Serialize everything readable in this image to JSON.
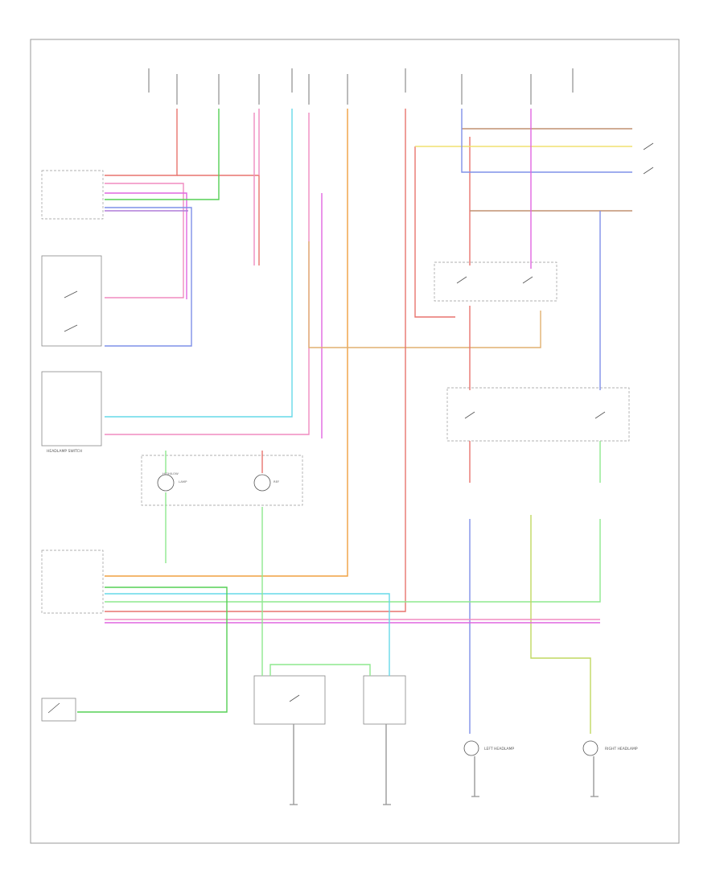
{
  "diagram": {
    "footer_code": "",
    "labels": {
      "headlamp_switch": "HEADLAMP SWITCH",
      "left_headlamp": "LEFT HEADLAMP",
      "right_headlamp": "RIGHT HEADLAMP",
      "high_low": "HIGH/LOW",
      "lamp": "LAMP",
      "ref": "REF"
    }
  },
  "colors": {
    "red": "#e8746e",
    "pink": "#f08cc0",
    "magenta": "#e066e0",
    "green": "#55d055",
    "light_green": "#8ee88e",
    "cyan": "#66d8e8",
    "orange": "#f0a040",
    "tan": "#e0b070",
    "blue": "#7f90e8",
    "purple": "#b07cd8",
    "yellow": "#f0e070",
    "brown": "#c09070",
    "yellow_green": "#c0d860",
    "frame": "#999999"
  }
}
